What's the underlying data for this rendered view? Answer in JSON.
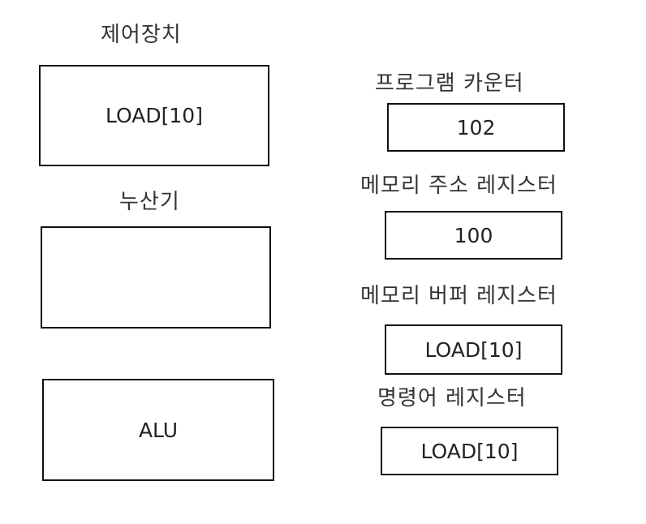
{
  "left": {
    "control_unit": {
      "label": "제어장치",
      "value": "LOAD[10]"
    },
    "accumulator": {
      "label": "누산기",
      "value": ""
    },
    "alu": {
      "label": "ALU"
    }
  },
  "right": {
    "program_counter": {
      "label": "프로그램 카운터",
      "value": "102"
    },
    "memory_address_register": {
      "label": "메모리 주소 레지스터",
      "value": "100"
    },
    "memory_buffer_register": {
      "label": "메모리 버퍼 레지스터",
      "value": "LOAD[10]"
    },
    "instruction_register": {
      "label": "명령어 레지스터",
      "value": "LOAD[10]"
    }
  }
}
